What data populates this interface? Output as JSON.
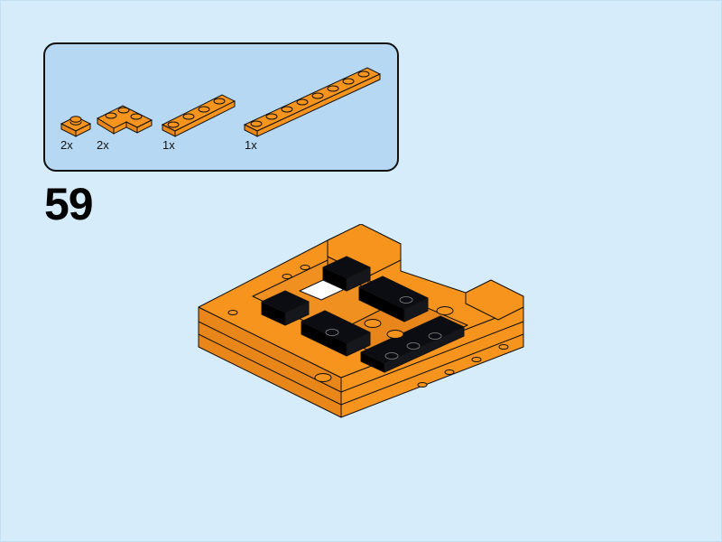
{
  "step": {
    "number": "59"
  },
  "parts_list": {
    "items": [
      {
        "name": "plate-1x1",
        "quantity": "2x",
        "color": "#f7941d"
      },
      {
        "name": "plate-corner-2x2",
        "quantity": "2x",
        "color": "#f7941d"
      },
      {
        "name": "plate-1x4",
        "quantity": "1x",
        "color": "#f7941d"
      },
      {
        "name": "plate-1x8",
        "quantity": "1x",
        "color": "#f7941d"
      }
    ]
  },
  "colors": {
    "background": "#d6ecfb",
    "parts_box": "#b7d8f2",
    "brick_orange": "#f7941d",
    "brick_orange_dark": "#d9780f",
    "brick_black": "#0b0d12",
    "outline": "#111111"
  }
}
